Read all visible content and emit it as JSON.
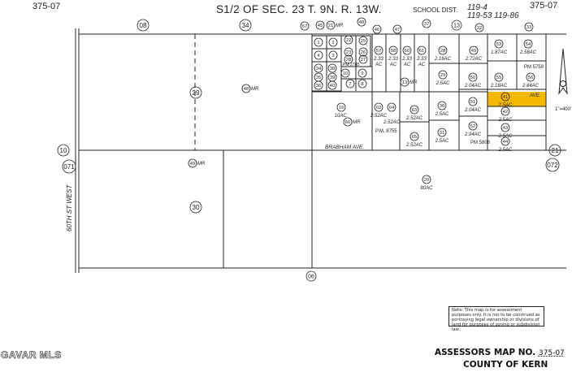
{
  "header": {
    "map_number_left": "375-07",
    "map_number_right": "375-07",
    "title": "S1/2 OF SEC. 23 T. 9N. R. 13W.",
    "school_dist_label": "SCHOOL DIST.",
    "school_dist_1": "119-4",
    "school_dist_2": "119-53 119-86"
  },
  "street_labels": {
    "west_street": "60TH ST WEST",
    "south_ave": "BRABHAM AVE.",
    "north_ave": "AVE."
  },
  "scale": "1\"=400'",
  "highlight_color": "#f5b800",
  "highlighted_parcel": "41",
  "parcels": [
    {
      "num": "08",
      "area": ""
    },
    {
      "num": "34",
      "area": ""
    },
    {
      "num": "29",
      "area": ""
    },
    {
      "num": "48",
      "area": "MR"
    },
    {
      "num": "10",
      "area": ""
    },
    {
      "num": "071",
      "area": ""
    },
    {
      "num": "49",
      "area": "MR"
    },
    {
      "num": "30",
      "area": ""
    },
    {
      "num": "21",
      "area": ""
    },
    {
      "num": "072",
      "area": ""
    },
    {
      "num": "06",
      "area": ""
    },
    {
      "num": "20",
      "area": "80AC"
    },
    {
      "num": "67",
      "area": ""
    },
    {
      "num": "45",
      "area": ""
    },
    {
      "num": "21",
      "area": "MR"
    },
    {
      "num": "48",
      "area": ""
    },
    {
      "num": "46",
      "area": ""
    },
    {
      "num": "47",
      "area": ""
    },
    {
      "num": "37",
      "area": ""
    },
    {
      "num": "13",
      "area": ""
    },
    {
      "num": "32",
      "area": ""
    },
    {
      "num": "33",
      "area": ""
    },
    {
      "num": "1",
      "area": ""
    },
    {
      "num": "2",
      "area": ""
    },
    {
      "num": "4",
      "area": ""
    },
    {
      "num": "3",
      "area": ""
    },
    {
      "num": "34",
      "area": ""
    },
    {
      "num": "38",
      "area": ""
    },
    {
      "num": "35",
      "area": ""
    },
    {
      "num": "39",
      "area": ""
    },
    {
      "num": "36",
      "area": ""
    },
    {
      "num": "40",
      "area": ""
    },
    {
      "num": "22",
      "area": ""
    },
    {
      "num": "25",
      "area": ""
    },
    {
      "num": "23",
      "area": ""
    },
    {
      "num": "26",
      "area": ""
    },
    {
      "num": "28",
      "area": ""
    },
    {
      "num": "27",
      "area": ""
    },
    {
      "num": "10",
      "area": ""
    },
    {
      "num": "9",
      "area": ""
    },
    {
      "num": "7",
      "area": ""
    },
    {
      "num": "8",
      "area": ""
    },
    {
      "num": "57",
      "area": "2.33 AC"
    },
    {
      "num": "58",
      "area": "2.33 AC"
    },
    {
      "num": "60",
      "area": "2.33 AC"
    },
    {
      "num": "61",
      "area": "2.33 AC"
    },
    {
      "num": "28",
      "area": "2.16AC"
    },
    {
      "num": "29",
      "area": "2.5AC"
    },
    {
      "num": "13",
      "area": "MR"
    },
    {
      "num": "49",
      "area": "2.72AC"
    },
    {
      "num": "50",
      "area": "2.04AC"
    },
    {
      "num": "51",
      "area": "2.04AC"
    },
    {
      "num": "52",
      "area": "2.94AC"
    },
    {
      "num": "53",
      "area": "1.87AC"
    },
    {
      "num": "54",
      "area": "2.58AC"
    },
    {
      "num": "55",
      "area": "2.18AC"
    },
    {
      "num": "56",
      "area": "2.84AC"
    },
    {
      "num": "41",
      "area": "2.5AC"
    },
    {
      "num": "42",
      "area": "2.5AC"
    },
    {
      "num": "43",
      "area": "2.5AC"
    },
    {
      "num": "44",
      "area": "2.5AC"
    },
    {
      "num": "19",
      "area": "10AC."
    },
    {
      "num": "66",
      "area": "MR"
    },
    {
      "num": "62",
      "area": "2.52AC"
    },
    {
      "num": "64",
      "area": "2.52AC"
    },
    {
      "num": "63",
      "area": "2.52AC"
    },
    {
      "num": "65",
      "area": "2.52AC"
    },
    {
      "num": "30",
      "area": "2.5AC"
    },
    {
      "num": "31",
      "area": "2.5AC"
    }
  ],
  "plat_maps": [
    "PM 5759",
    "PM 5808",
    "P.M. 8755",
    "PM 2788"
  ],
  "note": "Note: This map is for assessment purposes only. It is not to be construed as portraying legal ownership or divisions of land for purposes of zoning or subdivision law.",
  "footer": {
    "assessors_map_label": "ASSESSORS MAP NO.",
    "assessors_map_no": "375-07",
    "county": "COUNTY OF KERN"
  },
  "watermark": "GAVAR MLS"
}
